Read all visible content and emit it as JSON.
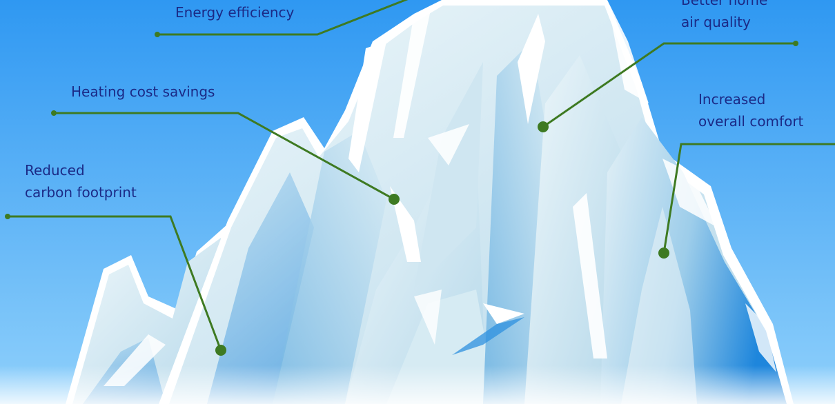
{
  "colors": {
    "sky_top": "#2f98f2",
    "sky_bottom": "#8fd0fb",
    "ice_light": "#e8f4f8",
    "ice_mid": "#bcdcec",
    "ice_deep": "#2e90df",
    "leader_line": "#3e7a22",
    "label_text": "#1b2a86"
  },
  "callouts": [
    {
      "id": "energy-efficiency",
      "lines": [
        "Energy efficiency"
      ]
    },
    {
      "id": "better-air-quality",
      "lines": [
        "Better home",
        "air quality"
      ]
    },
    {
      "id": "heating-cost-savings",
      "lines": [
        "Heating cost savings"
      ]
    },
    {
      "id": "increased-comfort",
      "lines": [
        "Increased",
        "overall comfort"
      ]
    },
    {
      "id": "reduced-carbon",
      "lines": [
        "Reduced",
        "carbon footprint"
      ]
    }
  ]
}
